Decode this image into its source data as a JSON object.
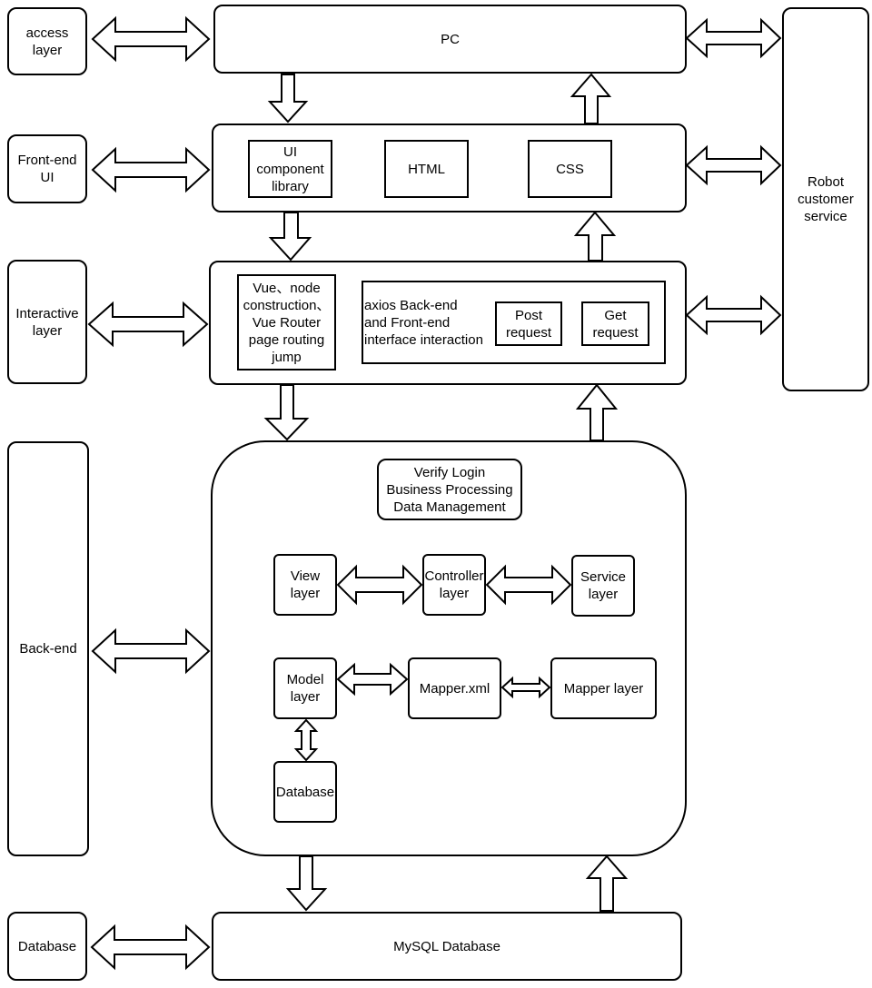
{
  "layers": {
    "access": "access\nlayer",
    "frontend": "Front-end\nUI",
    "interactive": "Interactive\nlayer",
    "backend": "Back-end",
    "database": "Database"
  },
  "pc": "PC",
  "robot": "Robot\ncustomer\nservice",
  "frontend_box": {
    "ui_library": "UI\ncomponent\nlibrary",
    "html": "HTML",
    "css": "CSS"
  },
  "interactive_box": {
    "vue": "Vue、node\nconstruction、\nVue Router\npage routing\njump",
    "axios": "axios Back-end\nand Front-end\ninterface interaction",
    "post": "Post\nrequest",
    "get": "Get\nrequest"
  },
  "backend_box": {
    "summary": "Verify Login\nBusiness Processing\nData Management",
    "view": "View\nlayer",
    "controller": "Controller\nlayer",
    "service": "Service\nlayer",
    "model": "Model\nlayer",
    "mapper_xml": "Mapper.xml",
    "mapper_layer": "Mapper layer",
    "database": "Database"
  },
  "mysql": "MySQL Database"
}
